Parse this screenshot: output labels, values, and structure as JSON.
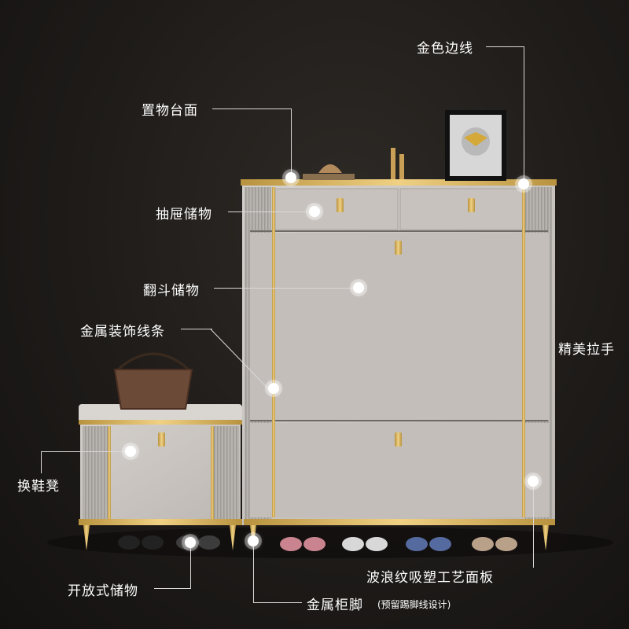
{
  "labels": {
    "gold_edge": "金色边线",
    "top_surface": "置物台面",
    "drawer_storage": "抽屉储物",
    "flip_storage": "翻斗储物",
    "metal_trim": "金属装饰线条",
    "fine_handle": "精美拉手",
    "shoe_bench": "换鞋凳",
    "wave_panel": "波浪纹吸塑工艺面板",
    "open_storage": "开放式储物",
    "metal_feet": "金属柜脚",
    "metal_feet_note": "(预留踢脚线设计)"
  },
  "colors": {
    "background": "#1e1b19",
    "cabinet": "#c9c4bf",
    "gold": "#d6b05a",
    "label_text": "#ffffff"
  }
}
